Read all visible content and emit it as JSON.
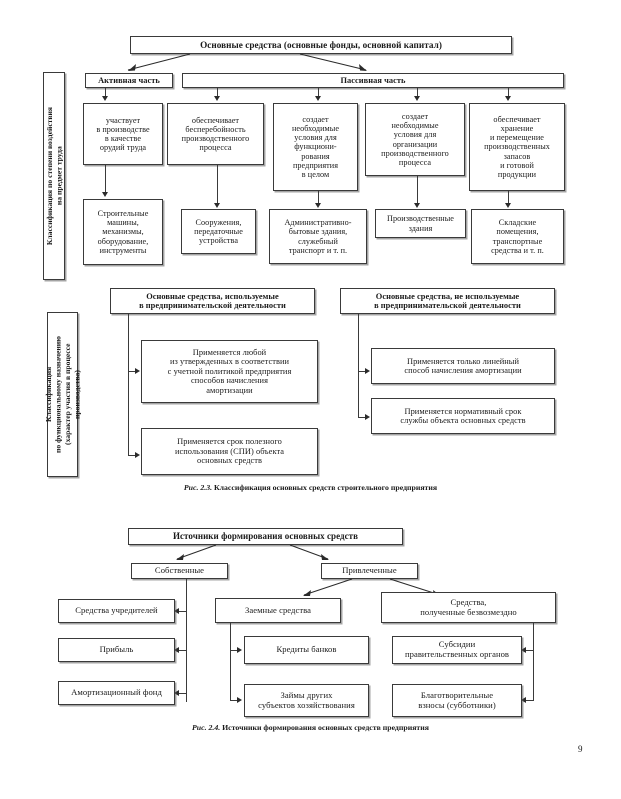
{
  "page": {
    "number": "9"
  },
  "figure1": {
    "side_label": "Классификация по степени воздействия\nна предмет труда",
    "root": "Основные средства (основные фонды, основной капитал)",
    "level2": [
      {
        "label": "Активная часть"
      },
      {
        "label": "Пассивная часть"
      }
    ],
    "level3": [
      {
        "label": "участвует\nв производстве\nв качестве\nорудий труда"
      },
      {
        "label": "обеспечивает\nбесперебойность\nпроизводственного\nпроцесса"
      },
      {
        "label": "создает\nнеобходимые\nусловия для\nфункциони-\nрования\nпредприятия\nв целом"
      },
      {
        "label": "создает\nнеобходимые\nусловия для\nорганизации\nпроизводственного\nпроцесса"
      },
      {
        "label": "обеспечивает\nхранение\nи перемещение\nпроизводственных\nзапасов\nи готовой\nпродукции"
      }
    ],
    "level4": [
      {
        "label": "Строительные\nмашины,\nмеханизмы,\nоборудование,\nинструменты"
      },
      {
        "label": "Сооружения,\nпередаточные\nустройства"
      },
      {
        "label": "Административно-\nбытовые здания,\nслужебный\nтранспорт и т. п."
      },
      {
        "label": "Производственные\nздания"
      },
      {
        "label": "Складские\nпомещения,\nтранспортные\nсредства и т. п."
      }
    ]
  },
  "figure2": {
    "side_label": "Классификация\nпо функциональному назначению\n(характер участия в процессе\nпроизводства)",
    "heads": [
      {
        "label": "Основные средства, используемые\nв предпринимательской деятельности"
      },
      {
        "label": "Основные средства, не используемые\nв предпринимательской деятельности"
      }
    ],
    "left_items": [
      {
        "label": "Применяется любой\nиз утвержденных в соответствии\nс учетной политикой предприятия\nспособов начисления\nамортизации"
      },
      {
        "label": "Применяется срок полезного\nиспользования (СПИ) объекта\nосновных средств"
      }
    ],
    "right_items": [
      {
        "label": "Применяется только линейный\nспособ начисления амортизации"
      },
      {
        "label": "Применяется нормативный срок\nслужбы объекта основных средств"
      }
    ],
    "caption_prefix": "Рис. 2.3.",
    "caption_text": " Классификация основных средств строительного предприятия"
  },
  "figure3": {
    "root": "Источники формирования основных средств",
    "level2": [
      {
        "label": "Собственные"
      },
      {
        "label": "Привлеченные"
      }
    ],
    "own_items": [
      {
        "label": "Средства учредителей"
      },
      {
        "label": "Прибыль"
      },
      {
        "label": "Амортизационный фонд"
      }
    ],
    "borrowed_head": "Заемные средства",
    "borrowed_items": [
      {
        "label": "Кредиты банков"
      },
      {
        "label": "Займы других\nсубъектов хозяйствования"
      }
    ],
    "free_head": "Средства,\nполученные безвозмездно",
    "free_items": [
      {
        "label": "Субсидии\nправительственных органов"
      },
      {
        "label": "Благотворительные\nвзносы (субботники)"
      }
    ],
    "caption_prefix": "Рис. 2.4.",
    "caption_text": " Источники формирования основных средств предприятия"
  }
}
